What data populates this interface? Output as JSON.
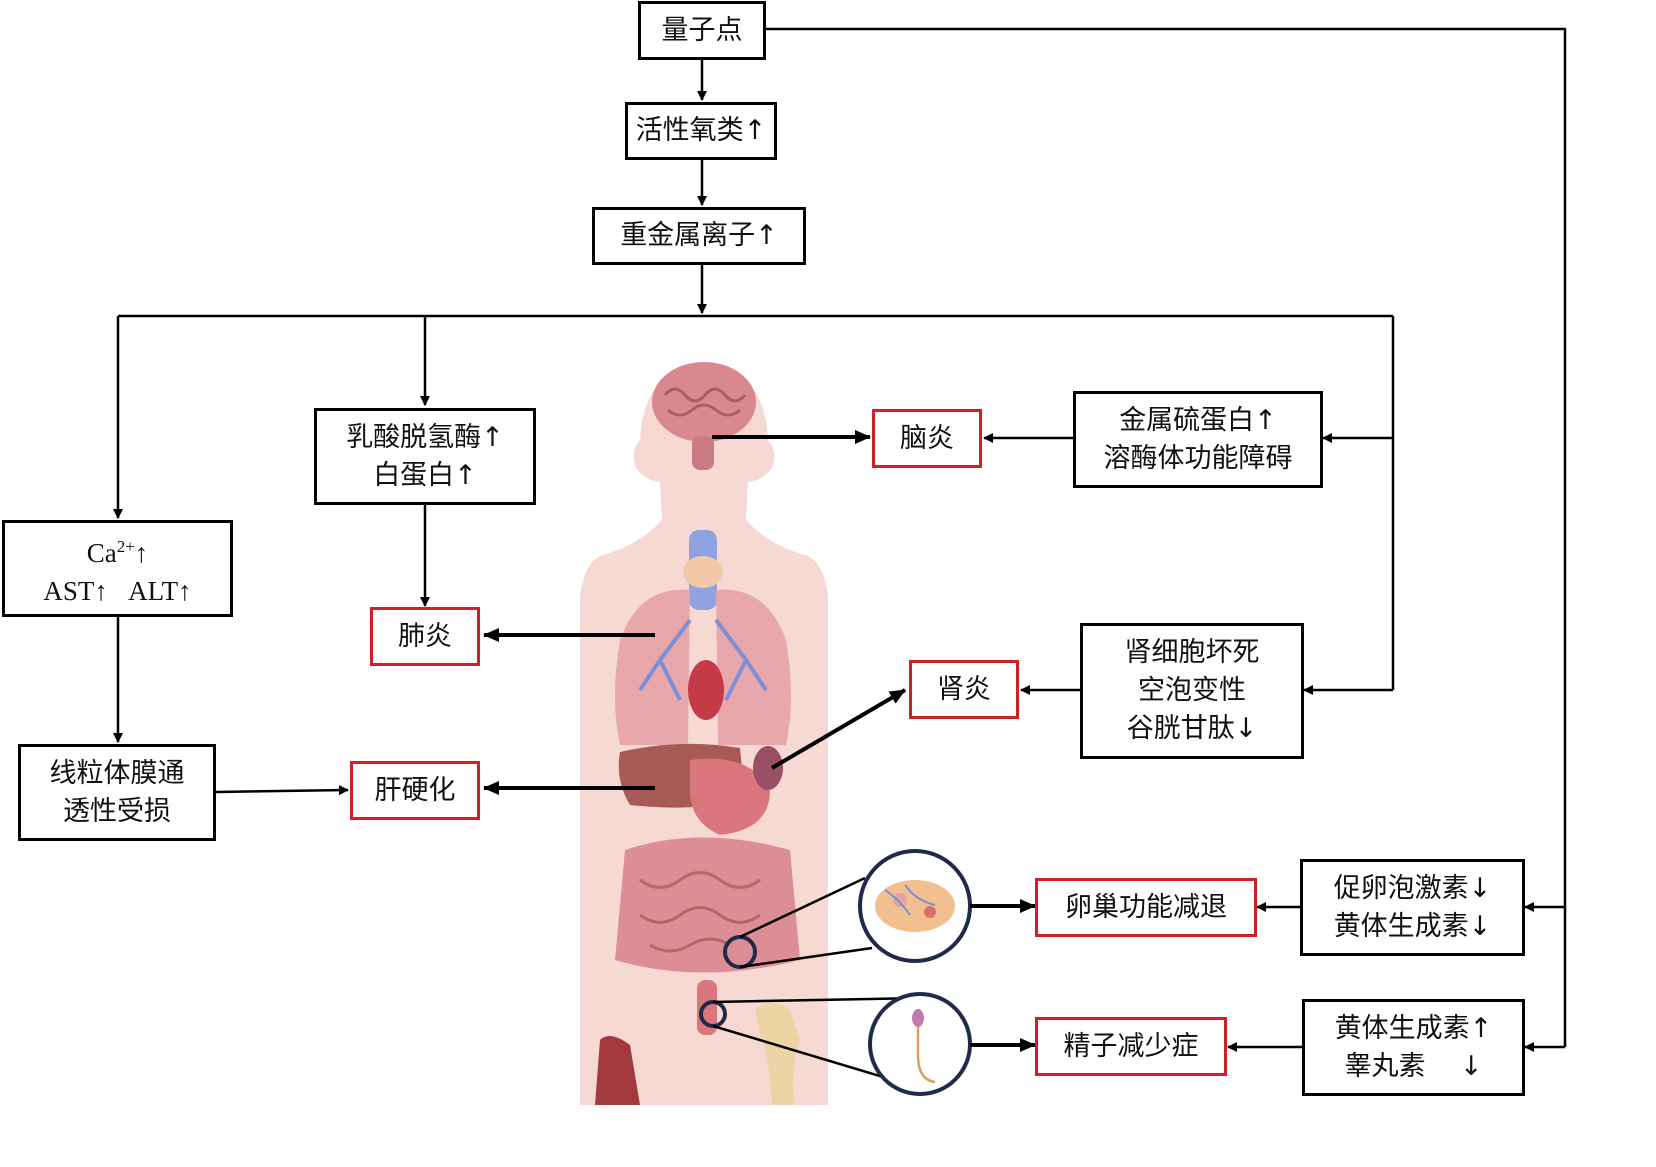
{
  "nodes": {
    "quantum_dots": "量子点",
    "ros": "活性氧类↑",
    "heavy_metal": "重金属离子↑",
    "ldh": {
      "l1": "乳酸脱氢酶↑",
      "l2": "白蛋白↑"
    },
    "ca_ast_alt": {
      "ca": "Ca",
      "ca_sup": "2+",
      "ca_arrow": "↑",
      "ast": "AST↑",
      "alt": "ALT↑"
    },
    "mito": {
      "l1": "线粒体膜通",
      "l2": "透性受损"
    },
    "metallothionein": {
      "l1": "金属硫蛋白↑",
      "l2": "溶酶体功能障碍"
    },
    "kidney_cells": {
      "l1": "肾细胞坏死",
      "l2": "空泡变性",
      "l3": "谷胱甘肽↓"
    },
    "fsh_lh": {
      "l1": "促卵泡激素↓",
      "l2": "黄体生成素↓"
    },
    "lh_testo": {
      "l1": "黄体生成素↑",
      "l2": "睾丸素",
      "l2_arrow": "↓"
    }
  },
  "diseases": {
    "encephalitis": "脑炎",
    "pneumonia": "肺炎",
    "cirrhosis": "肝硬化",
    "nephritis": "肾炎",
    "ovarian": "卵巢功能减退",
    "oligospermia": "精子减少症"
  },
  "colors": {
    "disease_border": "#d11f26",
    "node_border": "#000000",
    "body_skin": "#f6d9d3",
    "organs": "#d9888f",
    "lungs_vessels": "#7b8fd6"
  }
}
